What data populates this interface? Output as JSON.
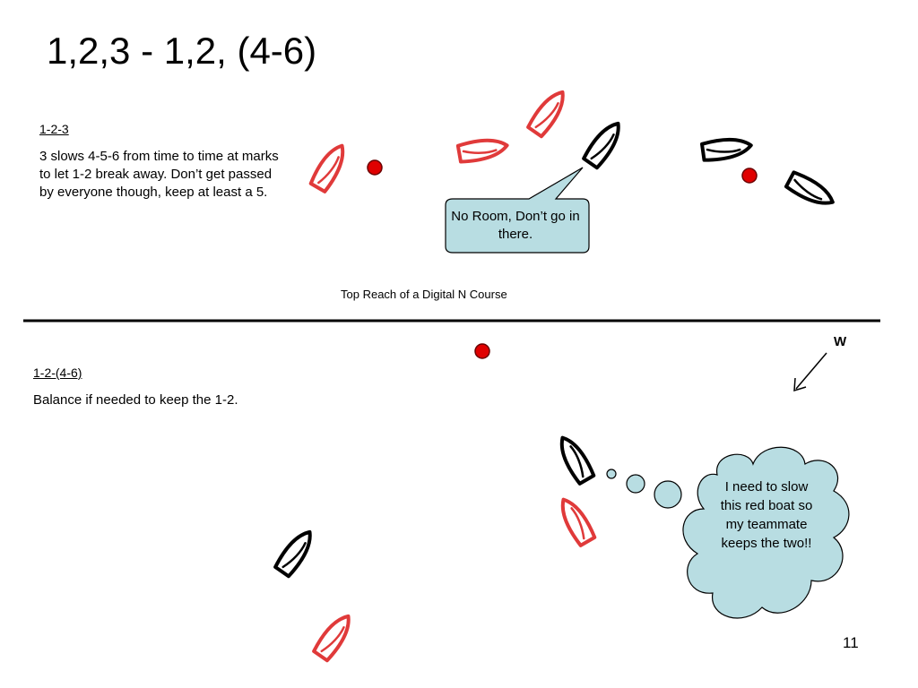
{
  "title": "1,2,3 - 1,2, (4-6)",
  "top_section": {
    "heading": "1-2-3",
    "body": "3 slows 4-5-6 from time to time at marks to let 1-2 break away. Don’t get passed by everyone though, keep at least a 5."
  },
  "caption": "Top Reach of a Digital N Course",
  "bottom_section": {
    "heading": "1-2-(4-6)",
    "body": "Balance if needed to keep the 1-2."
  },
  "callouts": {
    "room": "No Room, Don’t go in there.",
    "cloud": "I need to slow this red boat so my teammate keeps the two!!"
  },
  "wind_label": "W",
  "page_number": "11",
  "colors": {
    "red_boat": "#e03a3a",
    "black_boat": "#000000",
    "mark": "#e00000",
    "callout_fill": "#b8dde2"
  }
}
